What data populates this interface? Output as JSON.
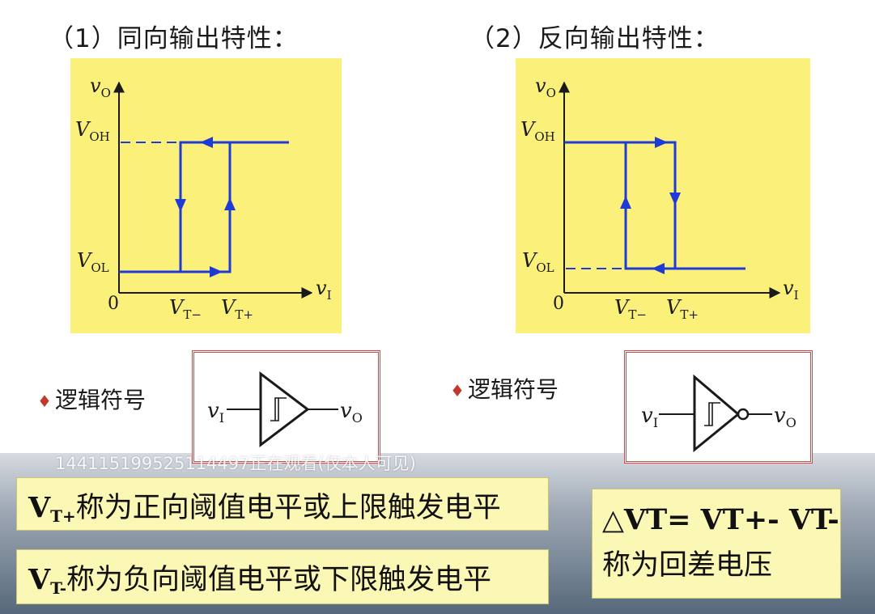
{
  "left_section": {
    "heading": "（1）同向输出特性：",
    "axis_y": "v",
    "axis_y_sub": "O",
    "voh": "V",
    "voh_sub": "OH",
    "vol": "V",
    "vol_sub": "OL",
    "axis_x": "v",
    "axis_x_sub": "I",
    "origin": "0",
    "vt_minus": "V",
    "vt_minus_sub": "T−",
    "vt_plus": "V",
    "vt_plus_sub": "T+"
  },
  "right_section": {
    "heading": "（2）反向输出特性：",
    "axis_y": "v",
    "axis_y_sub": "O",
    "voh": "V",
    "voh_sub": "OH",
    "vol": "V",
    "vol_sub": "OL",
    "axis_x": "v",
    "axis_x_sub": "I",
    "origin": "0",
    "vt_minus": "V",
    "vt_minus_sub": "T−",
    "vt_plus": "V",
    "vt_plus_sub": "T+"
  },
  "logic_symbol": {
    "label": "逻辑符号",
    "input": "v",
    "input_sub": "I",
    "output": "v",
    "output_sub": "O"
  },
  "watermark": "14411519952511449​7正在观看(仅本人可见)",
  "callouts": {
    "vt_plus_sym": "V",
    "vt_plus_sub": "T+",
    "vt_plus_text": "称为正向阈值电平或上限触发电平",
    "vt_minus_sym": "V",
    "vt_minus_sub": "T-",
    "vt_minus_text": "称为负向阈值电平或下限触发电平",
    "delta_line1": "△VT= VT+- VT-",
    "delta_line2": "称为回差电压"
  },
  "colors": {
    "plot_bg": "#faf07a",
    "curve": "#1f3bd6",
    "box_border": "#d44a4a",
    "diamond": "#c0392b"
  }
}
